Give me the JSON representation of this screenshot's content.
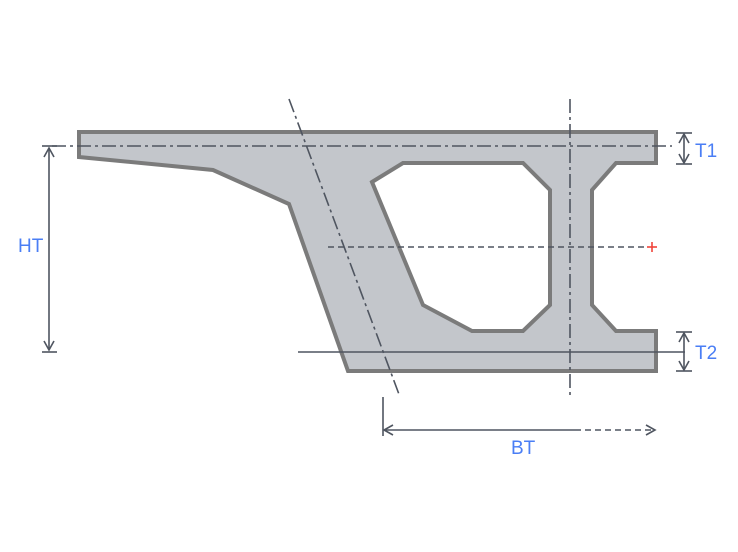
{
  "labels": {
    "ht": "HT",
    "t1": "T1",
    "t2": "T2",
    "bt": "BT"
  },
  "colors": {
    "section_fill": "#c3c6cb",
    "section_stroke": "#7b7b7b",
    "dimension_line": "#4f5560",
    "label": "#4a7ef5",
    "centroid_marker": "#f0443a"
  },
  "icons": {
    "centroid": "plus-marker"
  }
}
